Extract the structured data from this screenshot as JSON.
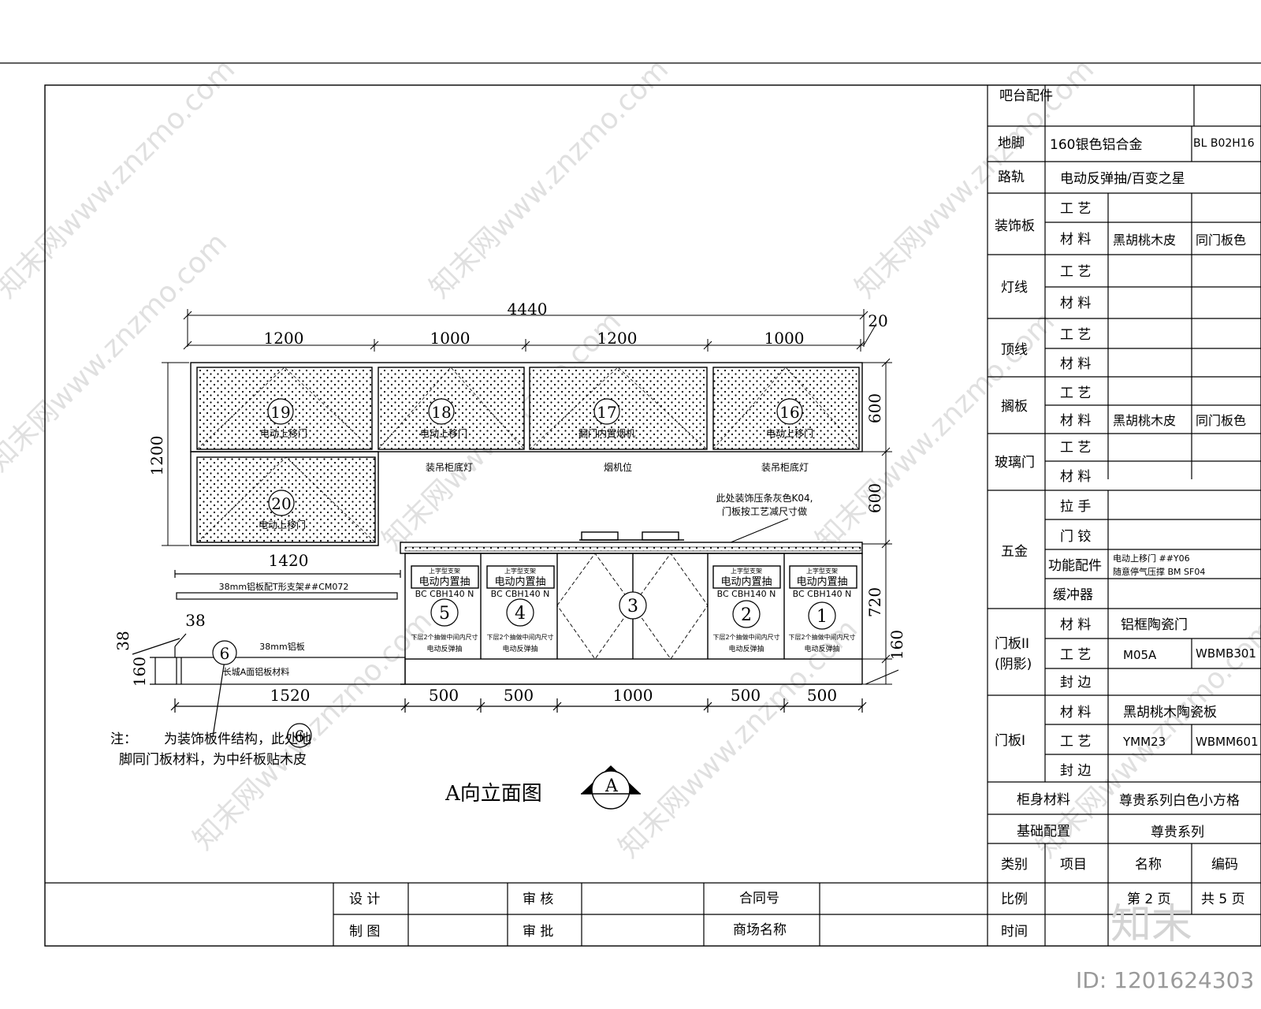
{
  "drawing": {
    "title": "A向立面图",
    "view_marker": "A",
    "note_prefix": "注：",
    "note_line1": "为装饰板件结构，此处地",
    "note_line2": "脚同门板材料，为中纤板贴木皮"
  },
  "dims": {
    "total_width": "4440",
    "end_gap": "20",
    "upper": [
      "1200",
      "1000",
      "1200",
      "1000"
    ],
    "upper_height": "600",
    "wall_gap": "600",
    "base_height": "720",
    "plinth": "160",
    "left_height": "1200",
    "bar_width": "1420",
    "left_panel_38": "38",
    "left_panel_38b": "38",
    "left_panel_160": "160",
    "lower": [
      "1520",
      "500",
      "500",
      "1000",
      "500",
      "500"
    ]
  },
  "upper_cabinets": [
    {
      "num": "19",
      "label": "电动上移门"
    },
    {
      "num": "18",
      "label": "电动上移门"
    },
    {
      "num": "17",
      "label": "翻门内置烟机"
    },
    {
      "num": "16",
      "label": "电动上移门"
    },
    {
      "num": "20",
      "label": "电动上移门"
    }
  ],
  "upper_notes": [
    "装吊柜底灯",
    "烟机位",
    "装吊柜底灯"
  ],
  "counter_note": [
    "此处装饰压条灰色K04,",
    "门板按工艺减尺寸做"
  ],
  "bar": {
    "shelf_label": "38mm铝板配T形支架##CM072",
    "panel_num": "6",
    "panel_label": "38mm铝板",
    "panel_sub": "长城A面铝板材料",
    "note_num": "6"
  },
  "base_cabinets": [
    {
      "num": "5",
      "tag": "上字型支架",
      "type": "电动内置抽",
      "code": "BC CBH140 N",
      "notes": [
        "下层2个抽做中间内尺寸",
        "电动反弹抽"
      ]
    },
    {
      "num": "4",
      "tag": "上字型支架",
      "type": "电动内置抽",
      "code": "BC CBH140 N",
      "notes": [
        "下层2个抽做中间内尺寸",
        "电动反弹抽"
      ]
    },
    {
      "num": "3",
      "tag": "",
      "type": "",
      "code": "",
      "notes": []
    },
    {
      "num": "2",
      "tag": "上字型支架",
      "type": "电动内置抽",
      "code": "BC CBH140 N",
      "notes": [
        "下层2个抽做中间内尺寸",
        "电动反弹抽"
      ]
    },
    {
      "num": "1",
      "tag": "上字型支架",
      "type": "电动内置抽",
      "code": "BC CBH140 N",
      "notes": [
        "下层2个抽做中间内尺寸",
        "电动反弹抽"
      ]
    }
  ],
  "spec_table": {
    "bar_parts": "吧台配件",
    "foot": {
      "label": "地脚",
      "value": "160银色铝合金",
      "code": "BL B02H16"
    },
    "rail": {
      "label": "路轨",
      "value": "电动反弹抽/百变之星"
    },
    "craft": "工 艺",
    "material": "材 料",
    "decor": {
      "label": "装饰板",
      "material": "黑胡桃木皮",
      "color": "同门板色"
    },
    "light": {
      "label": "灯线"
    },
    "top": {
      "label": "顶线"
    },
    "shelf": {
      "label": "搁板",
      "material": "黑胡桃木皮",
      "color": "同门板色"
    },
    "glass": {
      "label": "玻璃门"
    },
    "hardware": {
      "label": "五金",
      "handle": "拉 手",
      "hinge": "门 铰",
      "function": "功能配件",
      "func_line1": "电动上移门  ##Y06",
      "func_line2": "随意停气压撑  BM SF04",
      "buffer": "缓冲器"
    },
    "door2": {
      "label1": "门板II",
      "label2": "(阴影)",
      "material": "铝框陶瓷门",
      "craft_code": "M05A",
      "craft_code2": "WBMB301",
      "edge": "封 边"
    },
    "door1": {
      "label": "门板I",
      "material": "黑胡桃木陶瓷板",
      "craft_code": "YMM23",
      "craft_code2": "WBMM601",
      "edge": "封 边"
    },
    "body": {
      "label": "柜身材料",
      "value": "尊贵系列白色小方格"
    },
    "base_config": {
      "label": "基础配置",
      "value": "尊贵系列"
    },
    "header": {
      "category": "类别",
      "item": "项目",
      "name": "名称",
      "code": "编码"
    }
  },
  "title_block": {
    "design": "设 计",
    "review": "审 核",
    "contract": "合同号",
    "drafting": "制 图",
    "approve": "审 批",
    "store": "商场名称",
    "scale": "比例",
    "time": "时间",
    "page": "第 2 页",
    "total": "共 5 页"
  },
  "watermark": {
    "text": "知末网www.znzmo.com",
    "brand": "知末",
    "id": "ID: 1201624303"
  }
}
